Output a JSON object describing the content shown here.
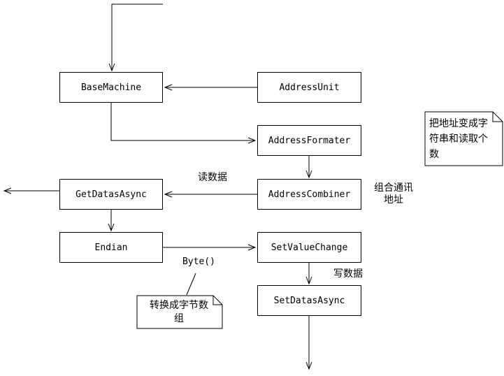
{
  "diagram": {
    "nodes": {
      "base_machine": {
        "label": "BaseMachine"
      },
      "address_unit": {
        "label": "AddressUnit"
      },
      "address_formater": {
        "label": "AddressFormater"
      },
      "get_datas_async": {
        "label": "GetDatasAsync"
      },
      "address_combiner": {
        "label": "AddressCombiner"
      },
      "endian": {
        "label": "Endian"
      },
      "set_value_change": {
        "label": "SetValueChange"
      },
      "set_datas_async": {
        "label": "SetDatasAsync"
      }
    },
    "notes": {
      "address_note": {
        "text": "把地址变成字\n符串和读取个\n数"
      },
      "byte_note": {
        "text": "转换成字节数\n组"
      }
    },
    "labels": {
      "read_data": "读数据",
      "combine_address": "组合通讯\n地址",
      "byte_call": "Byte()",
      "write_data": "写数据"
    },
    "colors": {
      "line": "#000000",
      "background": "#ffffff",
      "text": "#000000"
    }
  }
}
